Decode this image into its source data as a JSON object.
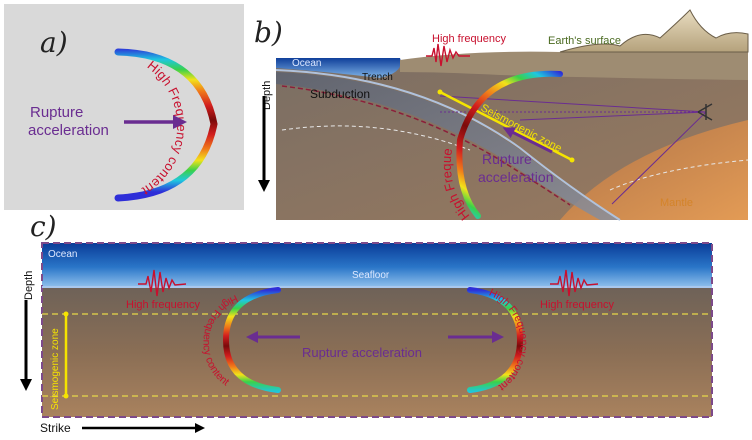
{
  "panels": {
    "a": {
      "label": "a)",
      "arc_label": "High Frequency content",
      "arrow_label_line1": "Rupture",
      "arrow_label_line2": "acceleration"
    },
    "b": {
      "label": "b)",
      "high_frequency": "High frequency",
      "earth_surface": "Earth's surface",
      "ocean": "Ocean",
      "trench": "Trench",
      "subduction": "Subduction",
      "depth": "Depth",
      "arc_label": "High Frequency content",
      "seismogenic_zone": "Seismogenic zone",
      "rupture_line1": "Rupture",
      "rupture_line2": "acceleration",
      "mantle": "Mantle"
    },
    "c": {
      "label": "c)",
      "ocean": "Ocean",
      "seafloor": "Seafloor",
      "depth": "Depth",
      "high_frequency_left": "High frequency",
      "high_frequency_right": "High frequency",
      "arc_label_left": "High Frequency content",
      "arc_label_right": "High Frequency content",
      "rupture_acceleration": "Rupture acceleration",
      "seismogenic_zone": "Seismogenic zone",
      "strike": "Strike"
    }
  },
  "colors": {
    "rupture": "#6a2d91",
    "high_freq_text": "#c8102e",
    "seismogenic": "#f5e400",
    "ocean": "#1e5fb8",
    "panel_a_bg": "#d9d9d9",
    "mantle_text": "#d4842a"
  }
}
